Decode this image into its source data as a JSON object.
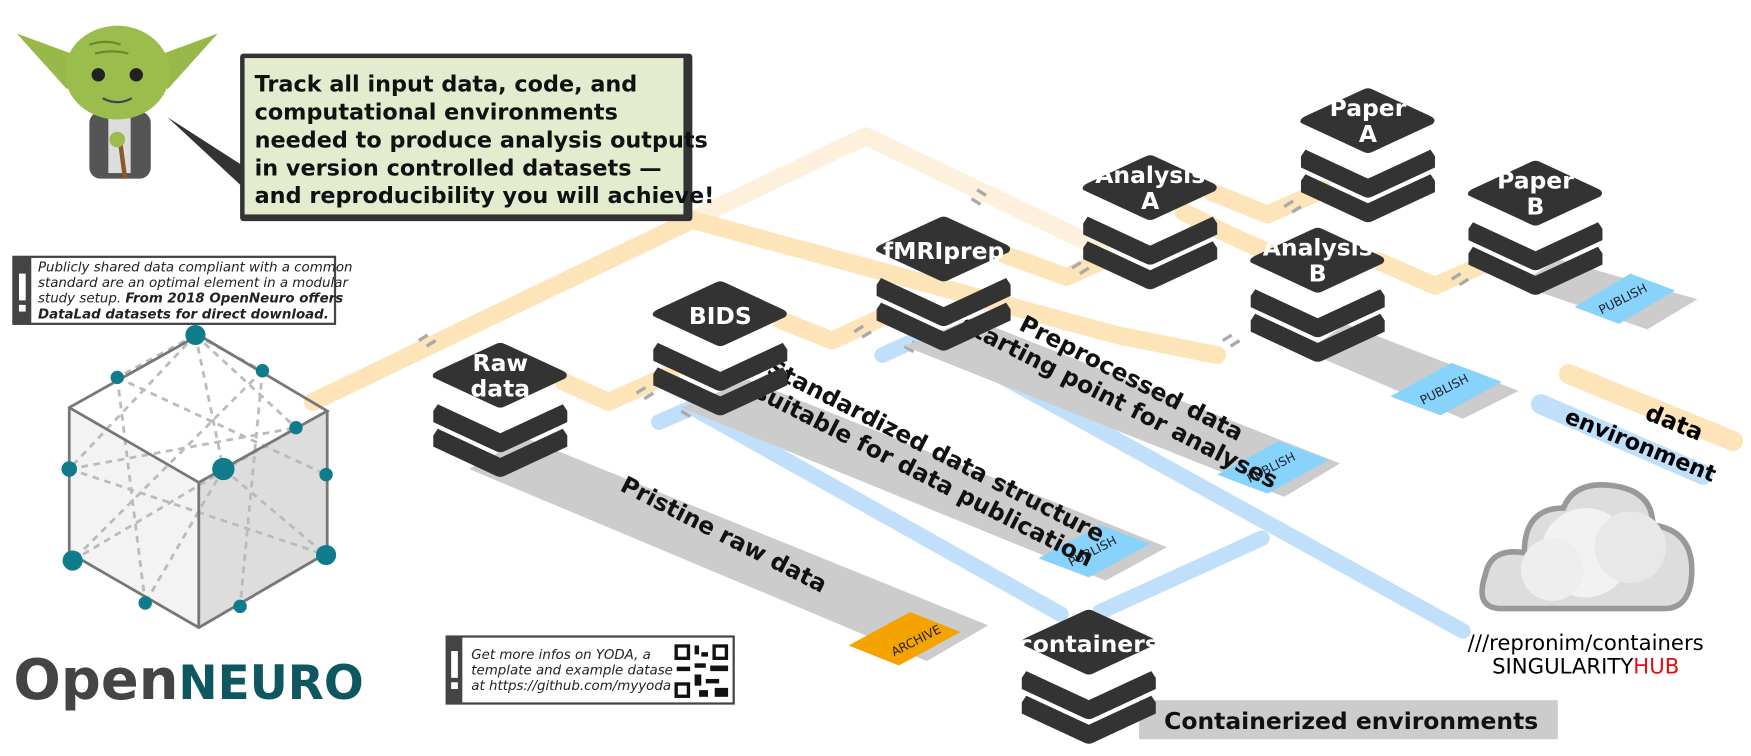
{
  "speech_bubble": {
    "lines": [
      "Track all input data, code, and",
      "computational environments",
      "needed to produce analysis outputs",
      "in version controlled datasets —",
      "and reproducibility you will achieve!"
    ]
  },
  "openneuro_note": {
    "lines": [
      "Publicly shared data compliant with a common",
      "standard are an optimal element in a modular",
      "study setup. ",
      "DataLad datasets for direct download."
    ],
    "bold_part": "From 2018 OpenNeuro offers"
  },
  "logo": {
    "open": "Open",
    "neuro": "NEURO"
  },
  "yoda_note": {
    "lines": [
      "Get more infos on YODA, a",
      "template and example datasets",
      "at https://github.com/myyoda"
    ]
  },
  "datasets": {
    "raw": [
      "Raw",
      "data"
    ],
    "bids": [
      "BIDS"
    ],
    "fmriprep": [
      "fMRIprep"
    ],
    "analysis_a": [
      "Analysis",
      "A"
    ],
    "paper_a": [
      "Paper",
      "A"
    ],
    "analysis_b": [
      "Analysis",
      "B"
    ],
    "paper_b": [
      "Paper",
      "B"
    ],
    "containers": [
      "containers"
    ]
  },
  "ribbons": {
    "raw": [
      "Pristine raw data"
    ],
    "bids": [
      "Standardized data structure",
      "suitable for data publication"
    ],
    "fmriprep": [
      "Preprocessed data",
      "starting point for analyses"
    ],
    "containers": "Containerized environments"
  },
  "badges": {
    "archive": "ARCHIVE",
    "publish": "PUBLISH"
  },
  "legend": {
    "data": "data",
    "environment": "environment"
  },
  "hub": {
    "path": "///repronim/containers",
    "singularity": "SINGULARITY",
    "hub": "HUB"
  },
  "colors": {
    "data_path": "#fde4b9",
    "environment_path": "#bfdffb",
    "dataset": "#333333",
    "publish": "#87d3fb",
    "archive": "#f5a300",
    "openneuro_teal": "#0e5660",
    "singularity_hub_red": "#e01010",
    "bubble": "#e4ecd0"
  }
}
